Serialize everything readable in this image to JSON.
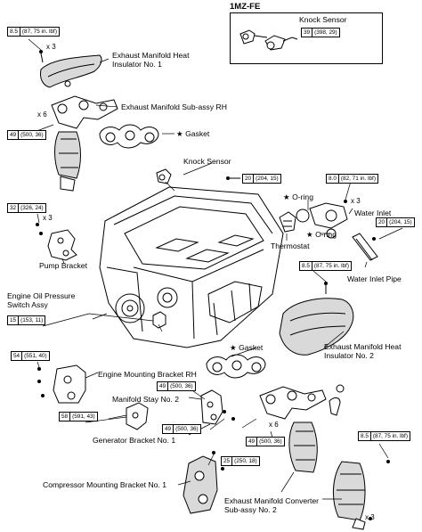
{
  "engine_code": "1MZ-FE",
  "knock_sensor_inset": {
    "label": "Knock Sensor",
    "torque": [
      "39",
      "(398, 29)"
    ]
  },
  "torques": {
    "manifold_insulator_1": [
      "8.5",
      "(87, 75 in. lbf)"
    ],
    "manifold_rh": [
      "49",
      "(500, 36)"
    ],
    "knock_sensor": [
      "20",
      "(204, 15)"
    ],
    "water_inlet": [
      "8.0",
      "(82, 71 in. lbf)"
    ],
    "water_inlet_pipe": [
      "20",
      "(204, 15)"
    ],
    "pump_bracket": [
      "32",
      "(326, 24)"
    ],
    "insulator_2_upper": [
      "8.5",
      "(87, 75 in. lbf)"
    ],
    "oil_pressure": [
      "15",
      "(153, 11)"
    ],
    "mounting_bracket_rh": [
      "54",
      "(551, 40)"
    ],
    "stay_no2": [
      "49",
      "(500, 36)"
    ],
    "generator_bracket": [
      "58",
      "(591, 43)"
    ],
    "stay_lower": [
      "49",
      "(500, 36)"
    ],
    "converter_lower": [
      "49",
      "(500, 36)"
    ],
    "converter_right": [
      "8.5",
      "(87, 75 in. lbf)"
    ],
    "compressor_bracket": [
      "25",
      "(250, 18)"
    ]
  },
  "multipliers": {
    "m1": "x 3",
    "m2": "x 6",
    "m3": "x 3",
    "m4": "x 3",
    "m5": "x 6",
    "m6": "x 3"
  },
  "labels": {
    "insulator_1": "Exhaust Manifold Heat\nInsulator No. 1",
    "sub_assy_rh": "Exhaust Manifold Sub-assy RH",
    "gasket_top": "★ Gasket",
    "knock_sensor": "Knock Sensor",
    "oring_1": "★ O-ring",
    "water_inlet": "Water Inlet",
    "oring_2": "★ O-ring",
    "thermostat": "Thermostat",
    "pump_bracket": "Pump Bracket",
    "water_inlet_pipe": "Water Inlet Pipe",
    "oil_pressure": "Engine Oil Pressure\nSwitch Assy",
    "gasket_lower": "★ Gasket",
    "insulator_2": "Exhaust Manifold Heat\nInsulator No. 2",
    "mounting_bracket_rh": "Engine Mounting Bracket RH",
    "stay_no2": "Manifold Stay No. 2",
    "generator_bracket": "Generator Bracket No. 1",
    "compressor_bracket": "Compressor Mounting Bracket No. 1",
    "converter": "Exhaust Manifold Converter\nSub-assy No. 2"
  }
}
